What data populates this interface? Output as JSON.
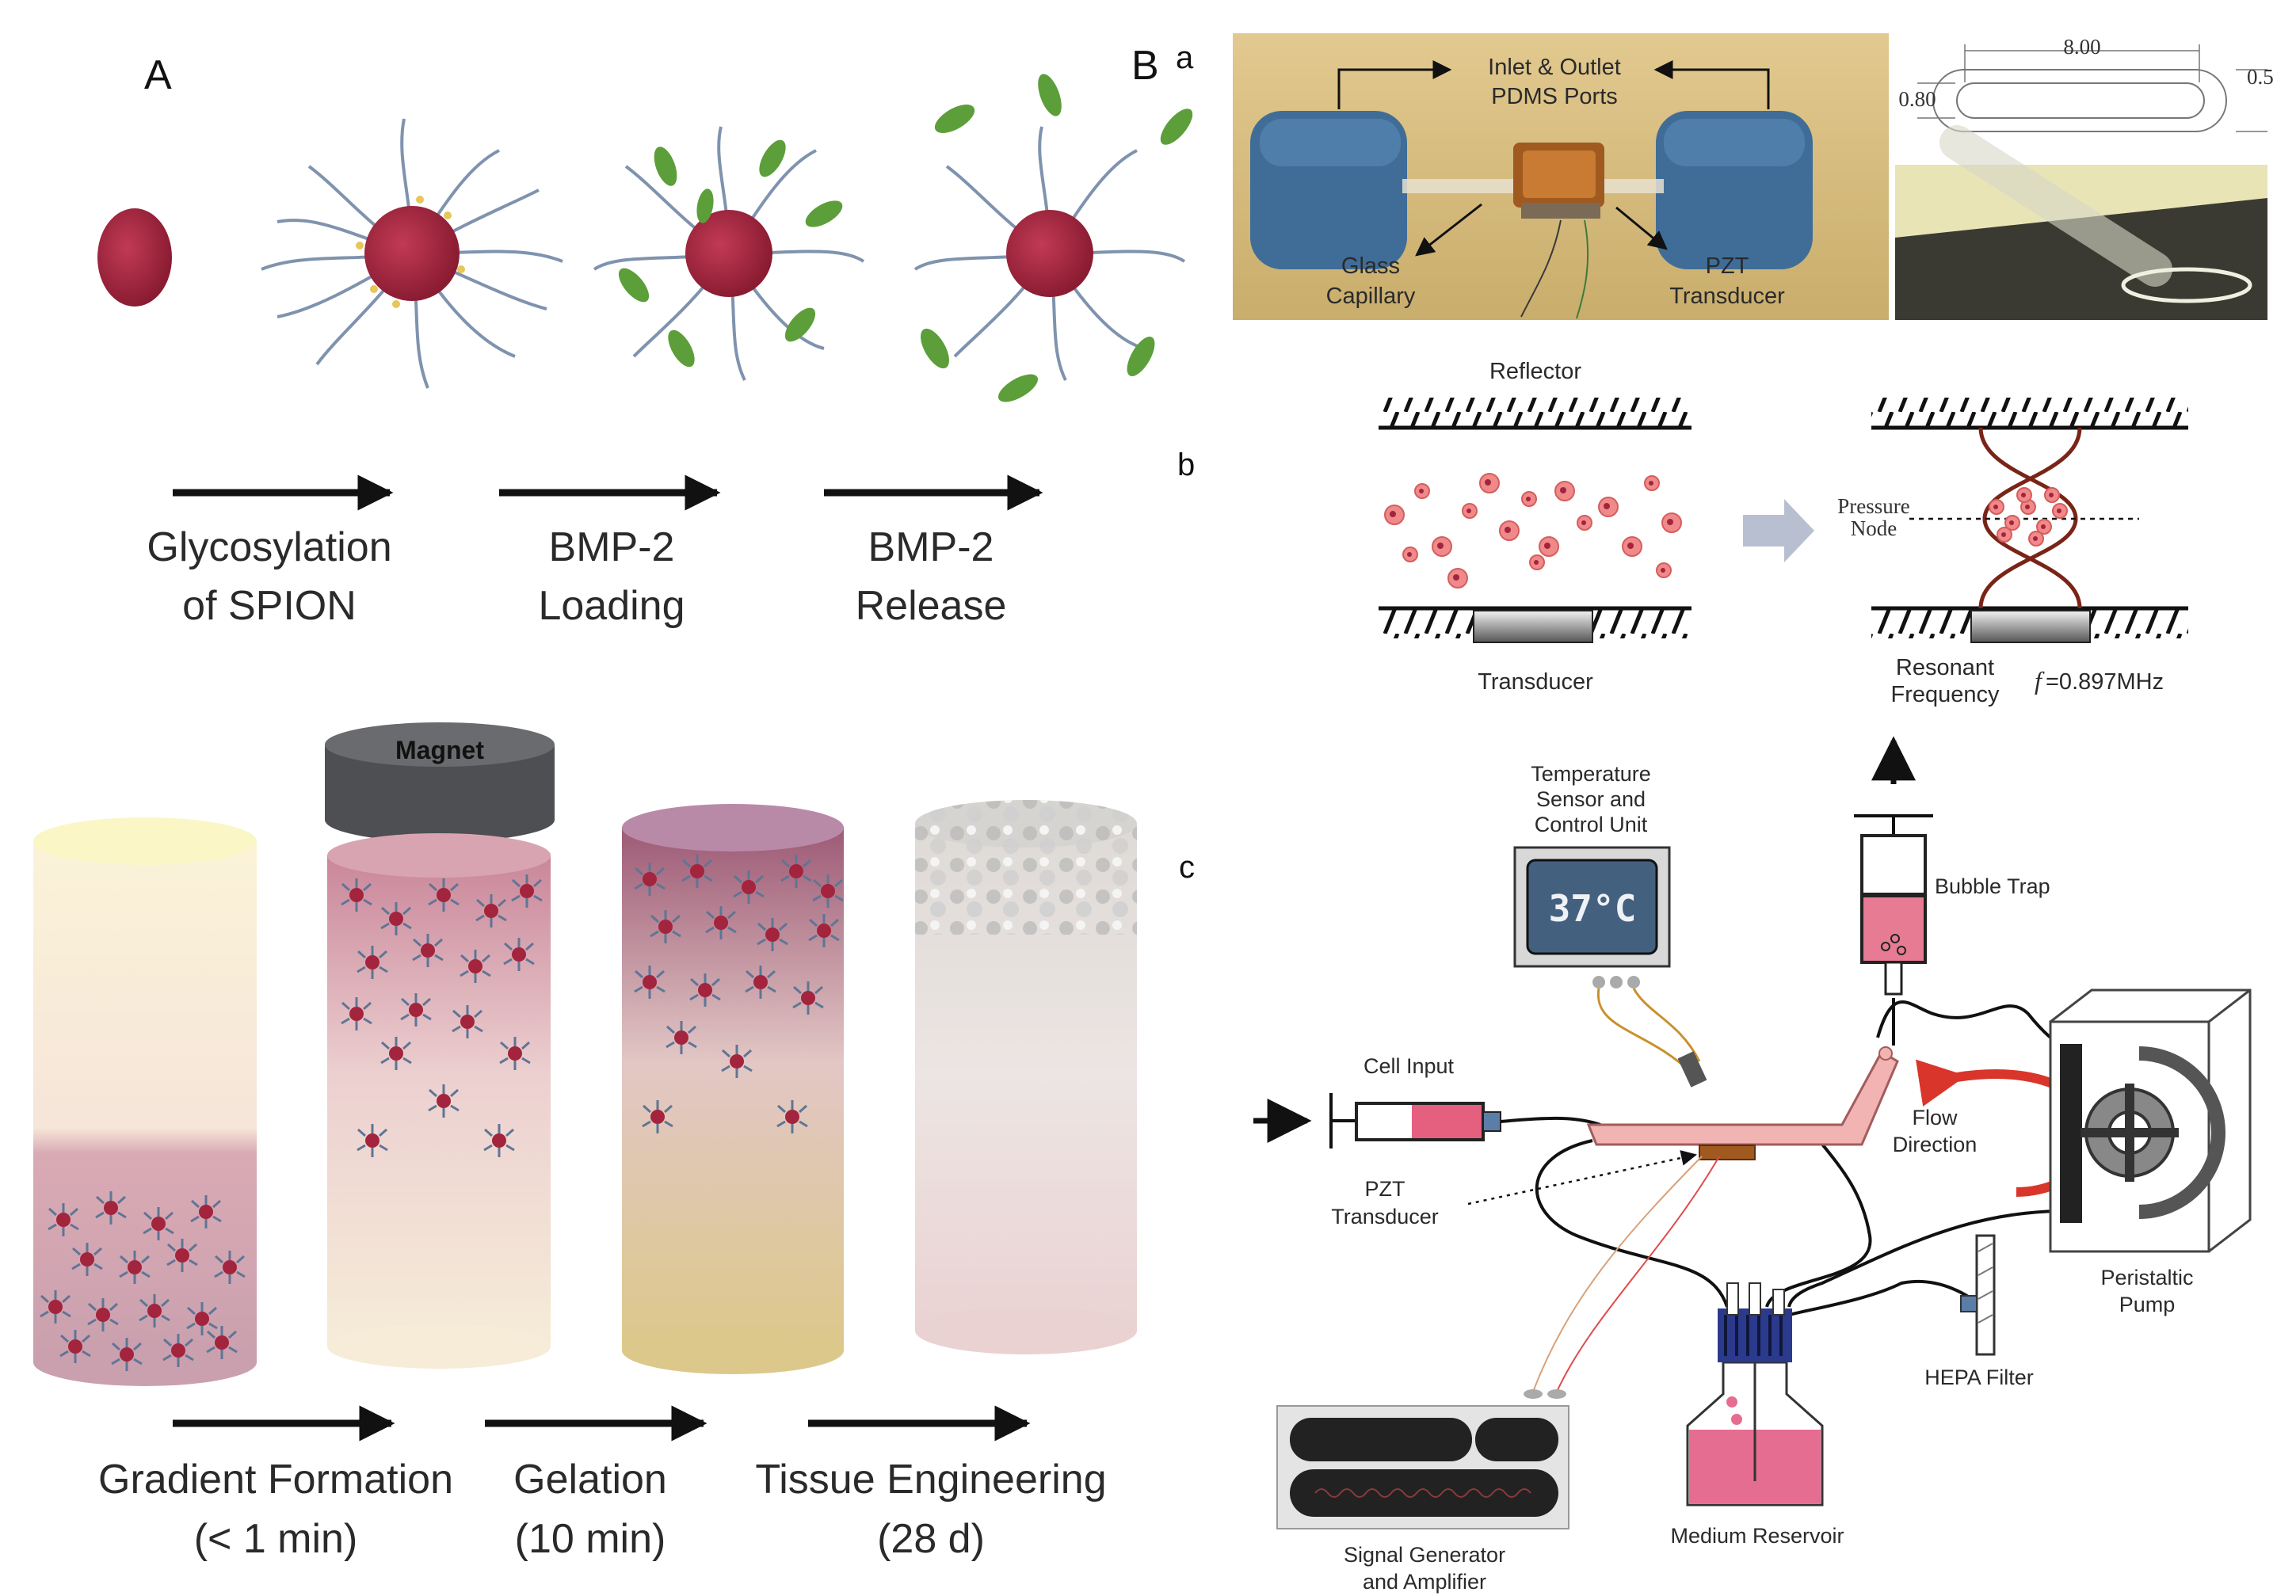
{
  "panels": {
    "A": "A",
    "B": "B",
    "a": "a",
    "b": "b",
    "c": "c"
  },
  "panelA": {
    "top_steps": [
      {
        "line1": "Glycosylation",
        "line2": "of SPION"
      },
      {
        "line1": "BMP-2",
        "line2": "Loading"
      },
      {
        "line1": "BMP-2",
        "line2": "Release"
      }
    ],
    "magnet_label": "Magnet",
    "bottom_steps": [
      {
        "line1": "Gradient Formation",
        "line2": "(< 1 min)"
      },
      {
        "line1": "Gelation",
        "line2": "(10 min)"
      },
      {
        "line1": "Tissue Engineering",
        "line2": "(28 d)"
      }
    ]
  },
  "panelBa": {
    "ports_line1": "Inlet & Outlet",
    "ports_line2": "PDMS Ports",
    "glass_line1": "Glass",
    "glass_line2": "Capillary",
    "pzt_line1": "PZT",
    "pzt_line2": "Transducer",
    "dim_length": "8.00",
    "dim_height": "0.80",
    "dim_outer": "0.5"
  },
  "panelBb": {
    "reflector": "Reflector",
    "transducer": "Transducer",
    "pressure": "Pressure",
    "node": "Node",
    "resonant": "Resonant",
    "frequency": "Frequency",
    "freq_value": "=0.897MHz",
    "f_symbol": "f"
  },
  "panelBc": {
    "temp_line1": "Temperature",
    "temp_line2": "Sensor and",
    "temp_line3": "Control Unit",
    "temp_display": "37°C",
    "bubble_trap": "Bubble Trap",
    "cell_input": "Cell Input",
    "flow_line1": "Flow",
    "flow_line2": "Direction",
    "pzt_line1": "PZT",
    "pzt_line2": "Transducer",
    "peristaltic_line1": "Peristaltic",
    "peristaltic_line2": "Pump",
    "hepa": "HEPA Filter",
    "signal_line1": "Signal Generator",
    "signal_line2": "and Amplifier",
    "medium": "Medium Reservoir"
  },
  "colors": {
    "spion": "#a3243d",
    "bmp2": "#5c9e3a",
    "capillary_pink": "#f2b3b3",
    "magnet_gray": "#4e4f52",
    "arrow": "#111111",
    "flow_arrow": "#d9352b"
  }
}
